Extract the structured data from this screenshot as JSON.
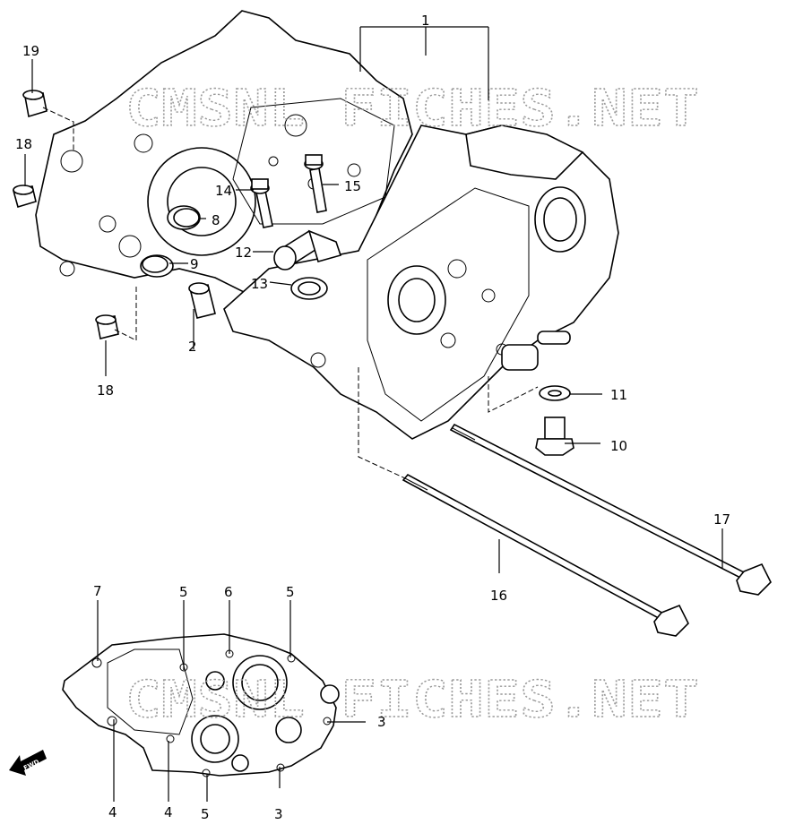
{
  "watermark": "CMSNL FICHES.NET",
  "fwd_label": "FWD",
  "callouts": [
    {
      "id": "c1",
      "label": "1"
    },
    {
      "id": "c2",
      "label": "2"
    },
    {
      "id": "c3a",
      "label": "3"
    },
    {
      "id": "c3b",
      "label": "3"
    },
    {
      "id": "c4a",
      "label": "4"
    },
    {
      "id": "c4b",
      "label": "4"
    },
    {
      "id": "c5a",
      "label": "5"
    },
    {
      "id": "c5b",
      "label": "5"
    },
    {
      "id": "c5c",
      "label": "5"
    },
    {
      "id": "c6",
      "label": "6"
    },
    {
      "id": "c7",
      "label": "7"
    },
    {
      "id": "c8",
      "label": "8"
    },
    {
      "id": "c9",
      "label": "9"
    },
    {
      "id": "c10",
      "label": "10"
    },
    {
      "id": "c11",
      "label": "11"
    },
    {
      "id": "c12",
      "label": "12"
    },
    {
      "id": "c13",
      "label": "13"
    },
    {
      "id": "c14",
      "label": "14"
    },
    {
      "id": "c15",
      "label": "15"
    },
    {
      "id": "c16",
      "label": "16"
    },
    {
      "id": "c17",
      "label": "17"
    },
    {
      "id": "c18a",
      "label": "18"
    },
    {
      "id": "c18b",
      "label": "18"
    },
    {
      "id": "c19",
      "label": "19"
    }
  ]
}
